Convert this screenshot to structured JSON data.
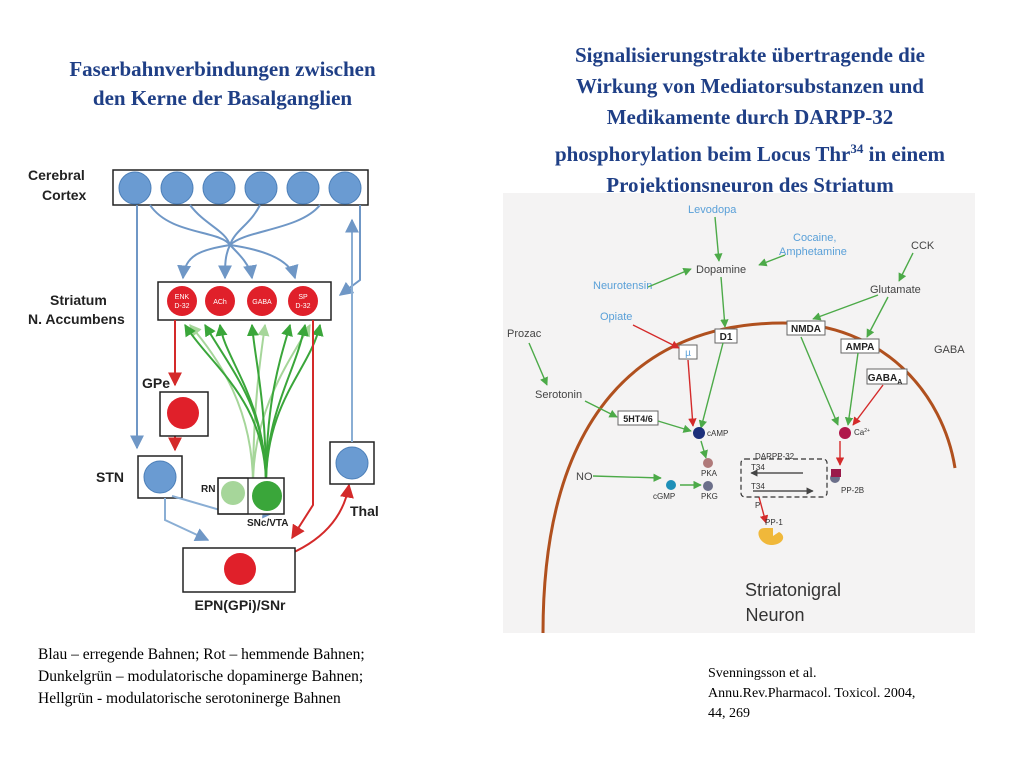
{
  "left_title": [
    "Faserbahnverbindungen zwischen",
    "den Kerne der Basalganglien"
  ],
  "right_title": {
    "line1": "Signalisierungstrakte übertragende die",
    "line2": "Wirkung von Mediatorsubstanzen und",
    "line3": "Medikamente durch DARPP-32",
    "line4_pre": "phosphorylation beim Locus Thr",
    "line4_sup": "34",
    "line4_post": " in einem",
    "line5": "Projektionsneuron des Striatum"
  },
  "basal_ganglia": {
    "cerebral_cortex": [
      "Cerebral",
      "Cortex"
    ],
    "striatum": [
      "Striatum",
      "N. Accumbens"
    ],
    "striatum_cells": [
      "ENK",
      "D-32",
      "ACh",
      "GABA",
      "SP",
      "D-32"
    ],
    "gpe": "GPe",
    "stn": "STN",
    "rn": "RN",
    "snc_vta": "SNc/VTA",
    "thal": "Thal",
    "epn": "EPN(GPi)/SNr"
  },
  "signaling": {
    "levodopa": "Levodopa",
    "cocaine": [
      "Cocaine,",
      "Amphetamine"
    ],
    "cck": "CCK",
    "dopamine": "Dopamine",
    "neurotensin": "Neurotensin",
    "glutamate": "Glutamate",
    "opiate": "Opiate",
    "prozac": "Prozac",
    "d1": "D1",
    "nmda": "NMDA",
    "ampa": "AMPA",
    "gaba_label": "GABA",
    "gaba_a": "GABA",
    "gaba_a_sub": "A",
    "mu": "µ",
    "serotonin": "Serotonin",
    "ht": "5HT4/6",
    "camp": "cAMP",
    "ca": "Ca",
    "ca_sup": "2+",
    "no": "NO",
    "darpp": "DARPP-32",
    "t34_top": "T34",
    "t34_bot": "T34",
    "pka": "PKA",
    "pkg": "PKG",
    "cgmp": "cGMP",
    "pp2b": "PP-2B",
    "p": "P",
    "pp1": "PP-1",
    "neuron_label": [
      "Striatonigral",
      "Neuron"
    ]
  },
  "legend": [
    "Blau – erregende Bahnen; Rot – hemmende Bahnen;",
    "Dunkelgrün – modulatorische dopaminerge Bahnen;",
    "Hellgrün -  modulatorische serotoninerge Bahnen"
  ],
  "citation": [
    "Svenningsson et al.",
    "Annu.Rev.Pharmacol. Toxicol. 2004,",
    "44, 269"
  ],
  "colors": {
    "title": "#1f3f86",
    "blue_cell": "#6a9bd2",
    "red_cell": "#e0202a",
    "dark_green": "#3aa63a",
    "light_green": "#a6d69a",
    "excitatory_path": "#8aaed4",
    "inhibitory_path": "#d42a2a",
    "membrane": "#b0501e"
  }
}
